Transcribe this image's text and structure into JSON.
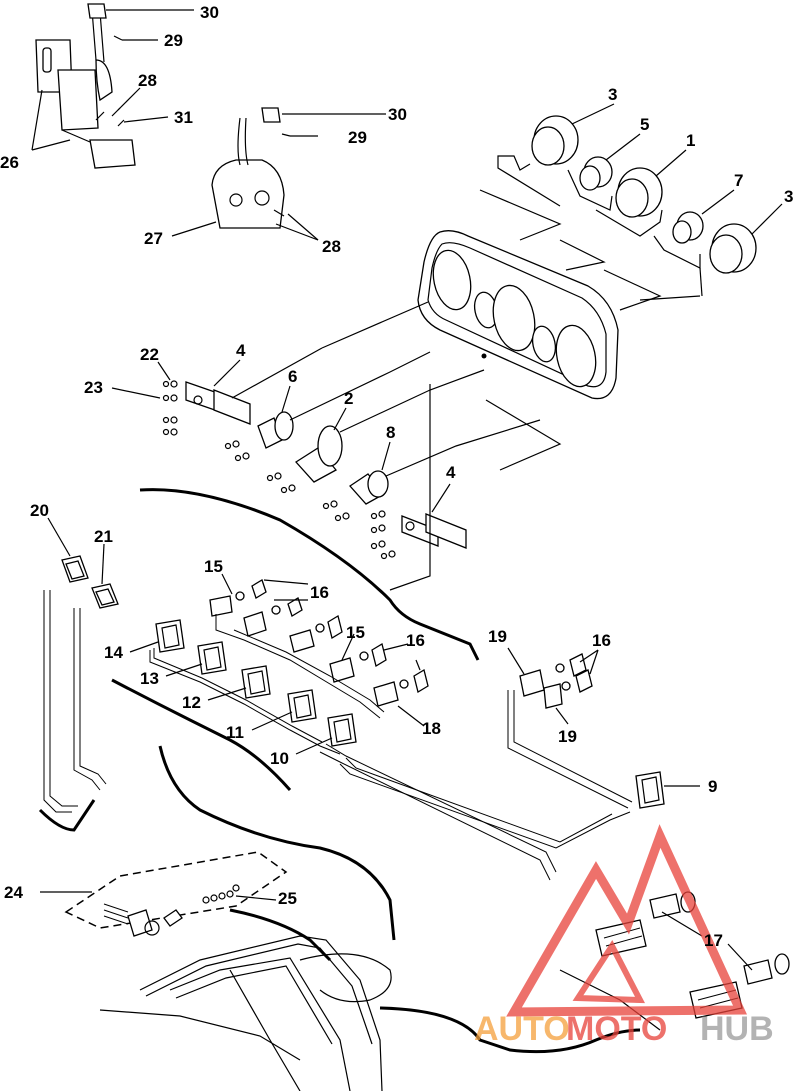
{
  "callouts": {
    "c1": "1",
    "c2": "2",
    "c3a": "3",
    "c3b": "3",
    "c4a": "4",
    "c4b": "4",
    "c5": "5",
    "c6": "6",
    "c7": "7",
    "c8": "8",
    "c9": "9",
    "c10": "10",
    "c11": "11",
    "c12": "12",
    "c13": "13",
    "c14": "14",
    "c15a": "15",
    "c15b": "15",
    "c16a": "16",
    "c16b": "16",
    "c16c": "16",
    "c17": "17",
    "c18": "18",
    "c19a": "19",
    "c19b": "19",
    "c20": "20",
    "c21": "21",
    "c22": "22",
    "c23": "23",
    "c24": "24",
    "c25": "25",
    "c26": "26",
    "c27": "27",
    "c28a": "28",
    "c28b": "28",
    "c29a": "29",
    "c29b": "29",
    "c30a": "30",
    "c30b": "30",
    "c31": "31"
  },
  "watermark": {
    "part1": "AUTO",
    "part2": "MOTO",
    "part3": "HUB",
    "color_red": "#e8423a",
    "color_orange": "#f5a03c",
    "color_gray": "#9a9a9a"
  }
}
